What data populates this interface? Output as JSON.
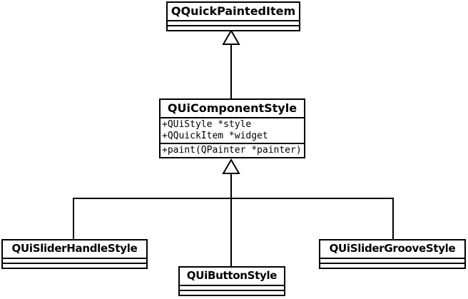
{
  "diagram": {
    "type": "uml-class-diagram",
    "colors": {
      "line": "#000000",
      "box_fill": "#ffffff",
      "background": "#ffffff",
      "text": "#000000"
    },
    "classes": [
      {
        "name": "QQuickPaintedItem",
        "attributes": [],
        "methods": []
      },
      {
        "name": "QUiComponentStyle",
        "attributes": [
          "+QUiStyle *style",
          "+QQuickItem *widget"
        ],
        "methods": [
          "+paint(QPainter *painter)"
        ]
      },
      {
        "name": "QUiSliderHandleStyle",
        "attributes": [],
        "methods": []
      },
      {
        "name": "QUiButtonStyle",
        "attributes": [],
        "methods": []
      },
      {
        "name": "QUiSliderGrooveStyle",
        "attributes": [],
        "methods": []
      }
    ],
    "relations": [
      {
        "type": "inheritance",
        "from": "QUiComponentStyle",
        "to": "QQuickPaintedItem"
      },
      {
        "type": "inheritance",
        "from": "QUiSliderHandleStyle",
        "to": "QUiComponentStyle"
      },
      {
        "type": "inheritance",
        "from": "QUiButtonStyle",
        "to": "QUiComponentStyle"
      },
      {
        "type": "inheritance",
        "from": "QUiSliderGrooveStyle",
        "to": "QUiComponentStyle"
      }
    ]
  }
}
